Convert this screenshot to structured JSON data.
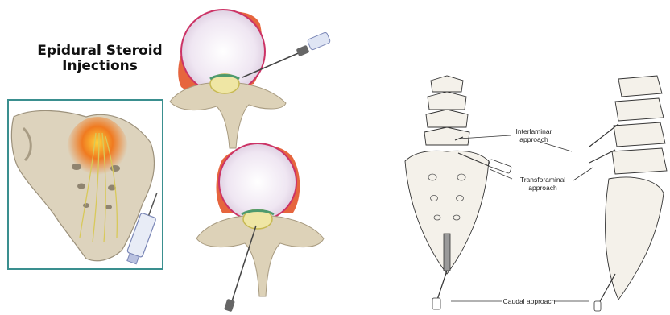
{
  "title": {
    "line1": "Epidural Steroid",
    "line2": "Injections"
  },
  "labels": {
    "interlaminar": {
      "line1": "Interlaminar",
      "line2": "approach"
    },
    "transforaminal": {
      "line1": "Transforaminal",
      "line2": "approach"
    },
    "caudal": "Caudal approach"
  },
  "colors": {
    "bone": "#e2d8c4",
    "bone_shade": "#b8ab92",
    "inflammation": "#e0401c",
    "disc": "#f4eef6",
    "frame": "#3a8f8f",
    "nerve": "#d8c95a"
  },
  "icons": [
    "syringe-icon",
    "needle-icon"
  ]
}
